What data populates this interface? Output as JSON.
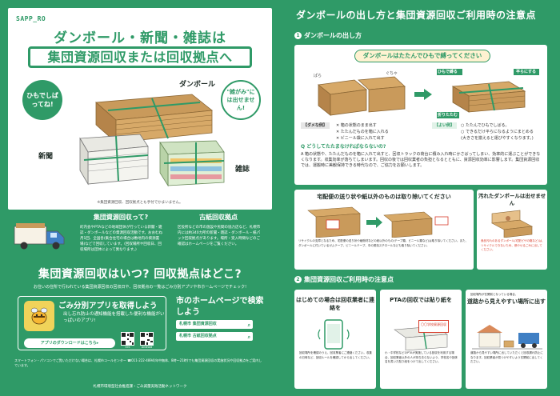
{
  "left": {
    "sapporo": "SAPP_RO",
    "headline1": "ダンボール・新聞・雑誌は",
    "headline2": "集団資源回収または回収拠点へ",
    "bubble_left": "ひもでしばってね!",
    "bubble_right": "\"雑がみ\"には出せません!",
    "label_cardboard": "ダンボール",
    "label_newspaper": "新聞",
    "label_magazine": "雑誌",
    "footnote": "※集団資源回収、回収拠点とも手付でかまいません。",
    "info1_title": "集団資源回収って?",
    "info1_text": "町内会やPTAなどの地域団体が行っている新聞・雑誌・ダンボールなどの資源回収活動です。おおむね月1回、全国各(集合住宅の場合は敷地内の資源置場)などで回収しています。(回収場所や回収日、回収場所は団体によって異なります。)",
    "info2_title": "古紙回収拠点",
    "info2_text": "区役所などの市の施設や民間の協力店など、札幌市内には約340カ所の新聞・雑誌・ダンボール・紙パック回収拠点があります。場所・受入時間などのご確認はホームページをご覧ください。",
    "q_title": "集団資源回収はいつ? 回収拠点はどこ?",
    "q_sub": "お住いの住所で行われている集団資源回収の回収日や、回収拠点の一覧はごみ分別アプリや市ホームページでチェック!",
    "app_title": "ごみ分別アプリを取得しよう",
    "app_desc": "出し忘れ防止の通知機能を搭載した便利な機能がいっぱいのアプリ!",
    "app_download": "アプリのダウンロードはこちら▸",
    "qr_ios": "iOS",
    "qr_android": "Android",
    "city_title": "市のホームページで検索しよう",
    "search1": "札幌市 集団資源回収",
    "search2": "札幌市 古紙回収拠点",
    "hotline": "スマートフォン・パソコンでご覧いただけない場合は、札幌市コールセンター ☎011-222-4894(年中無休、8時〜21時)でも集団資源回収の実施状況や回収拠点をご案内しています。",
    "org": "札幌市環境型社会推進課・ごみ減量実践活動ネットワーク"
  },
  "right": {
    "title": "ダンボールの出し方と集団資源回収ご利用時の注意点",
    "sec1_num": "1",
    "sec1_head": "ダンボールの出し方",
    "pill": "ダンボールはたたんでひもで縛ってください",
    "tag_bad": "【ダメな例】",
    "bad1": "✕ 箱の状態のまま出す",
    "bad2": "✕ たたんだものを箱に入れる",
    "bad3": "✕ ビニール袋に入れて出す",
    "tag_good": "【よい例】",
    "good1": "○ たたんでひもでしばる。",
    "good2": "○ できるだけ平らになるようにまとめる",
    "good3": "(大きさを揃えると運びやすくなります。)",
    "step1": "ひもで縛る",
    "step2": "平らにする",
    "step3": "折りたたむ",
    "qa_q": "Q どうしてたたまなければならないの?",
    "qa_a": "A 箱の状態や、たたんだものを箱に入れて出すと、回収トラックの荷台に積み入れ時にかさばってしまい、効率的に運ぶことができなくなります。収集効率が落ちてしまいます。回収の後では回収業者の負担となるとともに、資源回収効率に影響します。集団資源回収では、運搬時に美観保持できる時代なので、ご協力をお願いします。",
    "box1_title": "宅配便の送り状や紙以外のものは取り除いてください",
    "box1_text": "リサイクルの支障となるため、宅配便の送り状や緩衝材などの紙以外のもの(テープ類、ビニール類など)は取り除いてください。また、ダンボールに付いているガムテープ、ビニールテープ、中の発泡スチロールなども取り除いてください。",
    "box2_title": "汚れたダンボールは出せません",
    "box2_text": "食品汚れのあるダンボール(宅配ピザの箱など)は、リサイクルできないため、燃やせるごみに出してください。",
    "sec2_num": "2",
    "sec2_head": "集団資源回収ご利用時の注意点",
    "c1_title": "はじめての場合は回収業者に連絡を",
    "c1_text": "回収場所を確認のうえ、回収業者にご連絡ください。収集の日時など、回収ルールを確認してから出してください。",
    "c2_title": "PTAの回収では貼り紙を",
    "c2_badge": "〇〇学校資源回収",
    "c2_text": "小・中学校などのPTAが実施している回収を利用する場合、回収業者以外の人が持ち去らないよう、学校名や団体名を書いた貼り紙をつけて出してください。",
    "c3_title": "道路から見えやすい場所に出す",
    "c3_pre": "回収場所が玄関前となっている場合、",
    "c3_text": "道路から見やすい場所に出していただくと回収漏れ防止になります。回収業者が見つけやすいよう玄関前に出してください。"
  }
}
